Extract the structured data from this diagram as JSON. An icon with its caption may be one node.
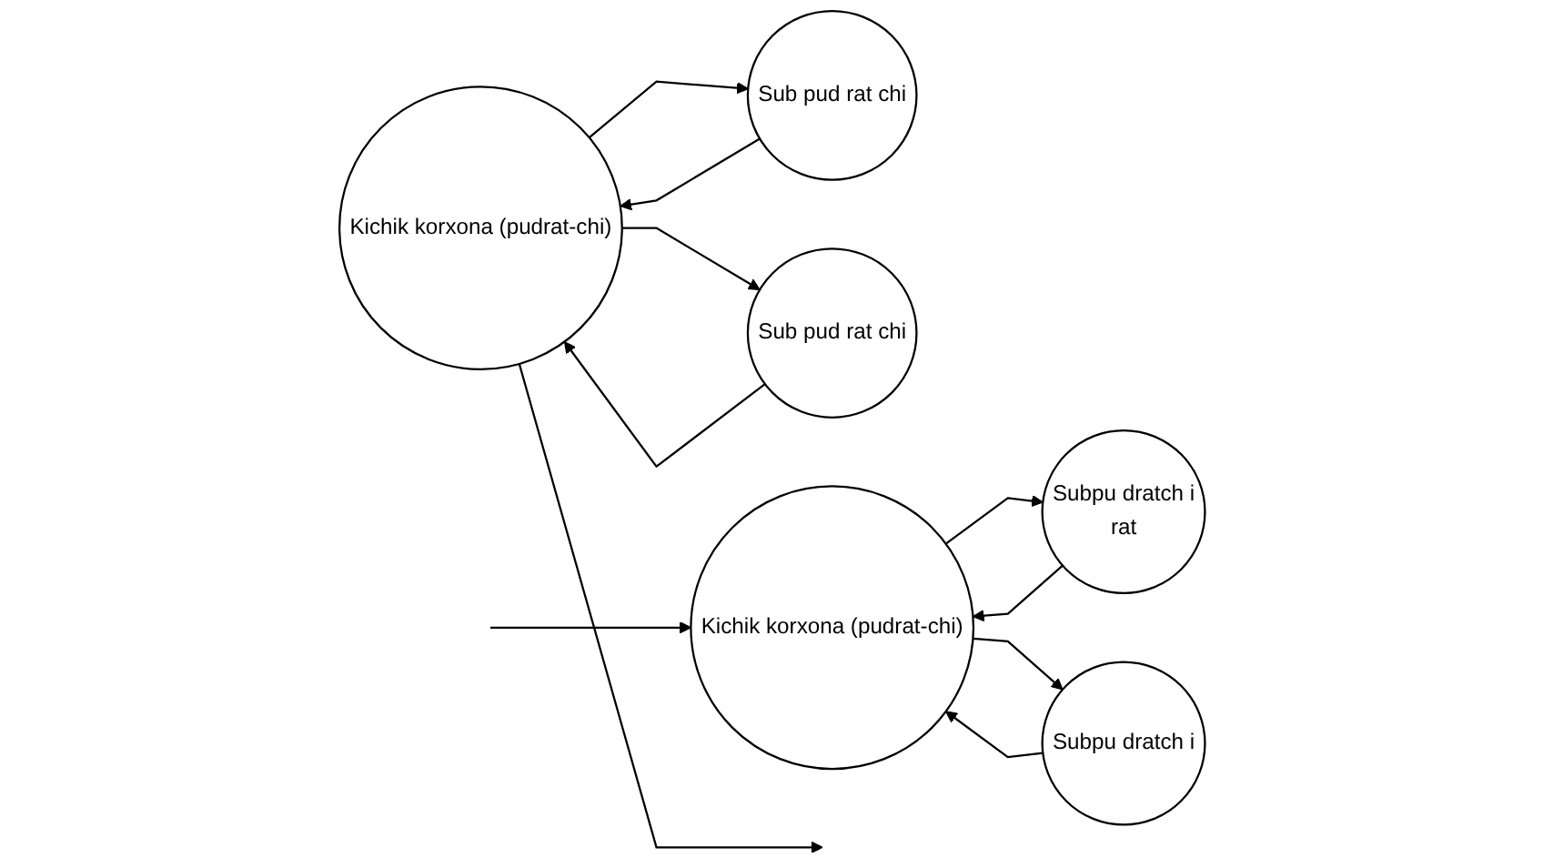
{
  "diagram": {
    "nodes": [
      {
        "text": [
          "Kichik korxona (pudrat-chi)"
        ]
      },
      {
        "text": [
          "Sub pud rat chi"
        ]
      },
      {
        "text": [
          "Sub pud rat chi"
        ]
      },
      {
        "text": [
          "Kichik korxona (pudrat-chi)"
        ]
      },
      {
        "text": [
          "Subpu dratch i",
          "rat"
        ]
      },
      {
        "text": [
          "Subpu dratch i"
        ]
      }
    ],
    "edges": [
      {
        "from": 0,
        "to": null,
        "arrow": "to"
      },
      {
        "from": null,
        "to": 3,
        "arrow": "to"
      },
      {
        "from": 0,
        "to": 1,
        "arrow": "to"
      },
      {
        "from": 1,
        "to": 0,
        "arrow": "to"
      },
      {
        "from": 2,
        "to": 0,
        "arrow": "to"
      },
      {
        "from": 0,
        "to": 2,
        "arrow": "to"
      },
      {
        "from": 3,
        "to": 4,
        "arrow": "to"
      },
      {
        "from": 4,
        "to": 3,
        "arrow": "to"
      },
      {
        "from": 5,
        "to": 3,
        "arrow": "to"
      },
      {
        "from": 3,
        "to": 5,
        "arrow": "to"
      }
    ]
  }
}
